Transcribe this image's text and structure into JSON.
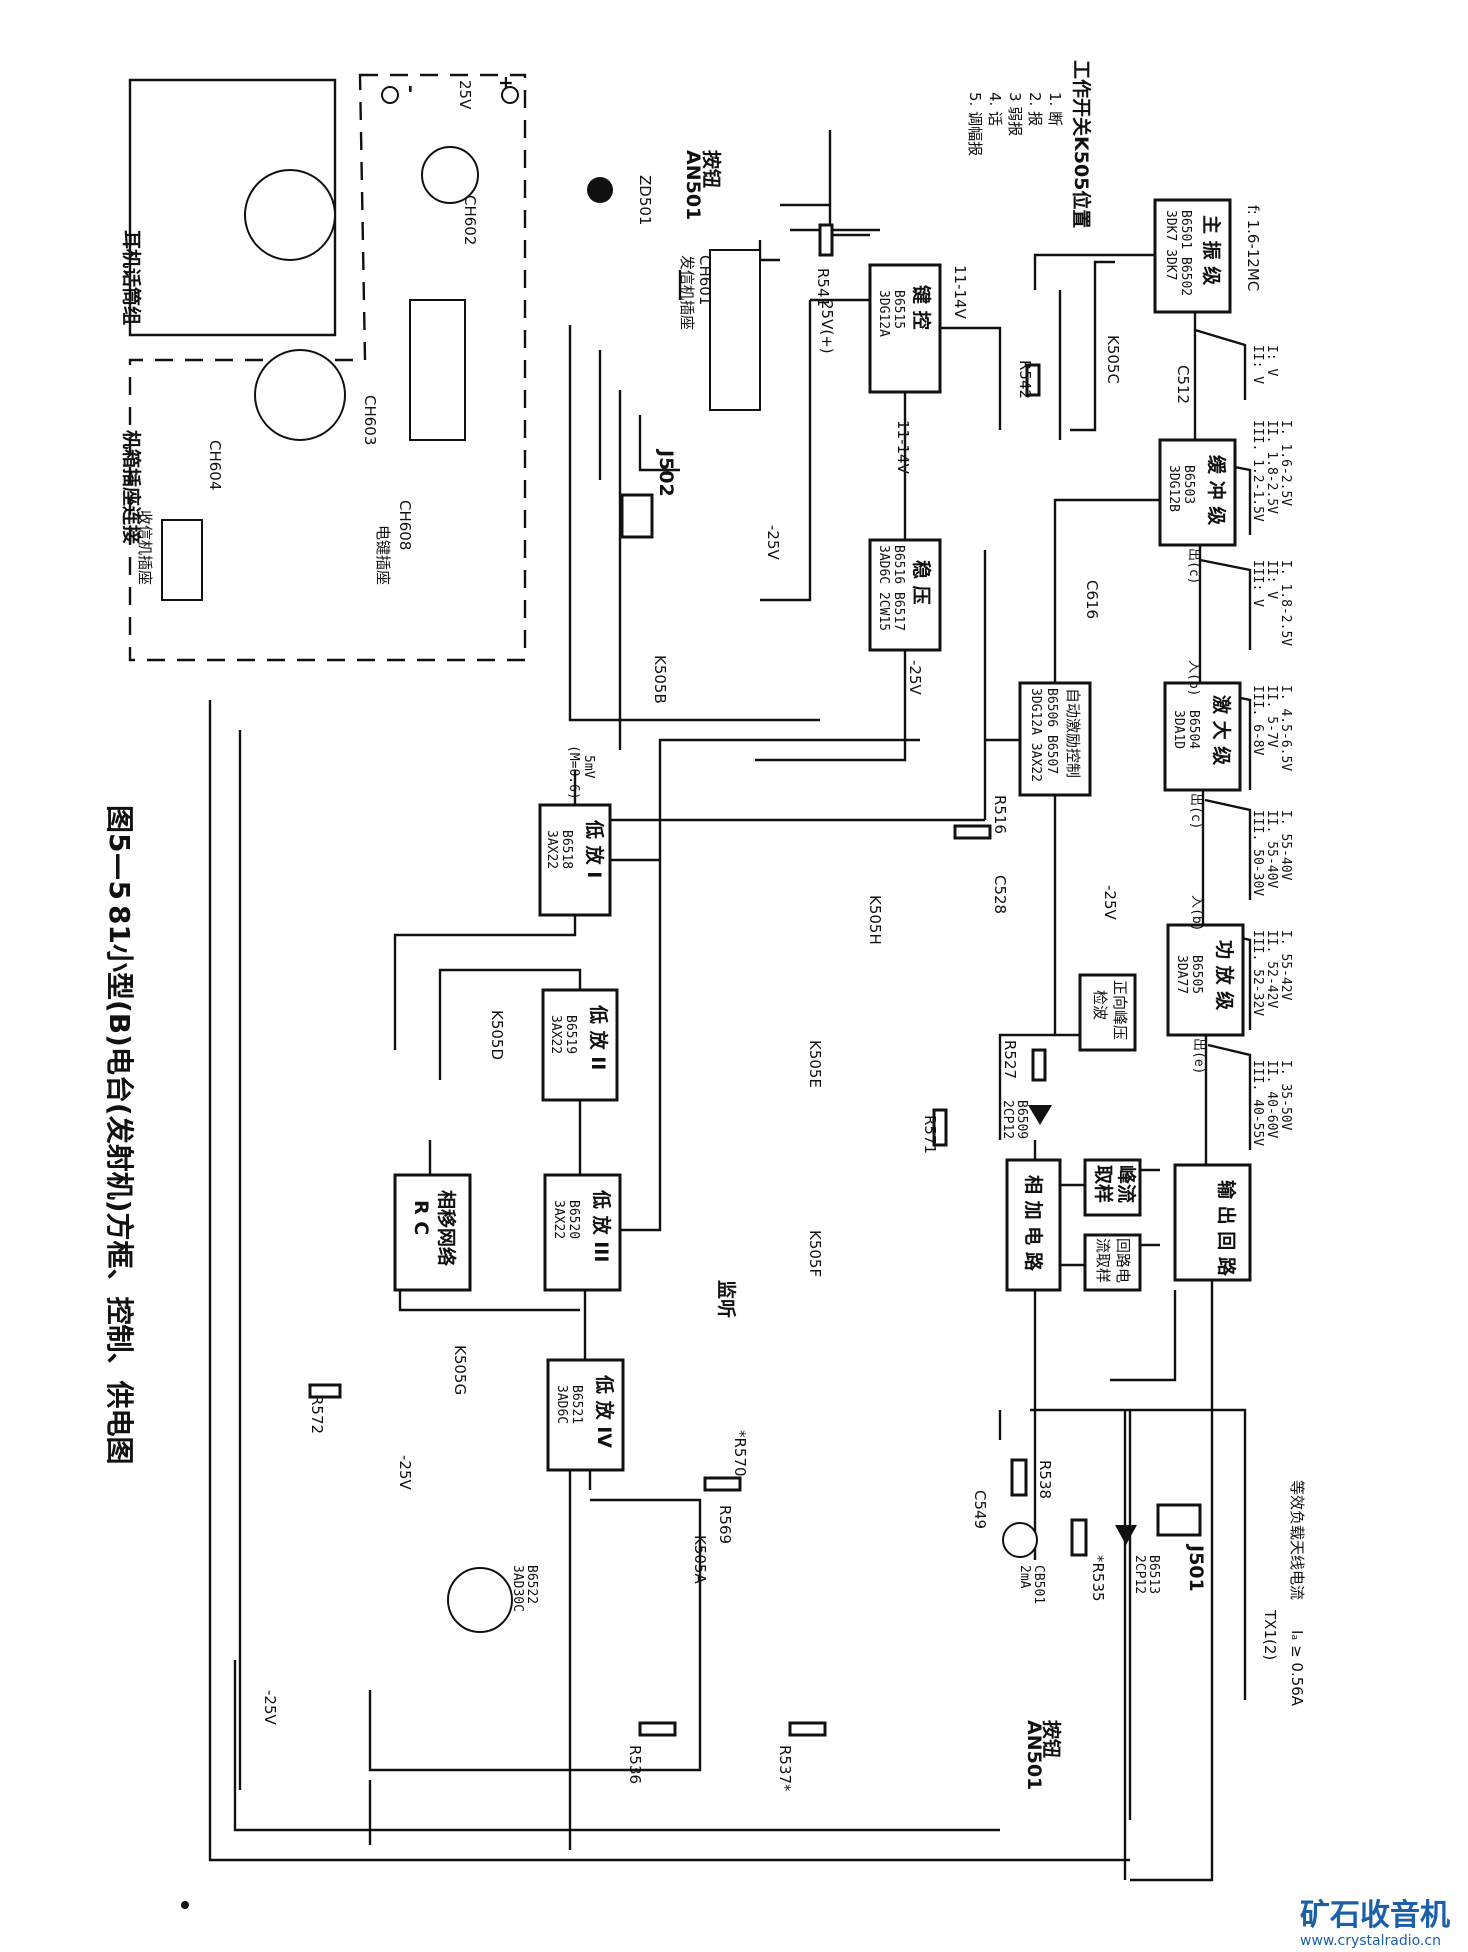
{
  "title": {
    "figure_no": "图5—5",
    "caption": "81小型(B)电台(发射机)方框、控制、供电图"
  },
  "legend": {
    "heading": "工作开关K505位置",
    "items": [
      "1. 断",
      "2. 报",
      "3 弱报",
      "4. 话",
      "5. 调幅报"
    ]
  },
  "blocks": {
    "master_osc": {
      "name": "主 振 级",
      "parts1": "B6501  B6502",
      "parts2": "3DK7   3DK7",
      "freq": "f: 1.6-12MC"
    },
    "buffer": {
      "name": "缓 冲 级",
      "parts1": "B6503",
      "parts2": "3DG12B"
    },
    "driver": {
      "name": "激 大 级",
      "parts1": "B6504",
      "parts2": "3DA1D"
    },
    "power_amp": {
      "name": "功 放 级",
      "parts1": "B6505",
      "parts2": "3DA77"
    },
    "output_circuit": {
      "name": "输 出 回 路"
    },
    "peak_sample": {
      "line1": "峰流",
      "line2": "取样"
    },
    "loop_sample": {
      "line1": "回路电",
      "line2": "流取样"
    },
    "sum_circuit": {
      "name": "相 加 电 路"
    },
    "peak_detect": {
      "line1": "正向峰压",
      "line2": "检波"
    },
    "alc": {
      "name": "自动激励控制",
      "parts1": "B6506  B6507",
      "parts2": "3DG12A  3AX22"
    },
    "keying": {
      "name": "键 控",
      "parts1": "B6515",
      "parts2": "3DG12A"
    },
    "regulator": {
      "name": "稳 压",
      "parts1": "B6516  B6517",
      "parts2": "3AD6C  2CW15"
    },
    "lf1": {
      "name": "低 放 I",
      "parts1": "B6518",
      "parts2": "3AX22"
    },
    "lf2": {
      "name": "低 放 II",
      "parts1": "B6519",
      "parts2": "3AX22"
    },
    "lf3": {
      "name": "低 放 III",
      "parts1": "B6520",
      "parts2": "3AX22"
    },
    "lf4": {
      "name": "低 放 IV",
      "parts1": "B6521",
      "parts2": "3AD6C"
    },
    "phase_net": {
      "line1": "相移网络",
      "line2": "R C"
    }
  },
  "voltages": {
    "mo_out": [
      "I: V",
      "II: V"
    ],
    "buf_in": [
      "I. 1.6-2.5V",
      "II. 1.8-2.5V",
      "III. 1.2-1.5V"
    ],
    "buf_out": [
      "I. 1.8-2.5V",
      "II: V",
      "III: V"
    ],
    "drv_in": [
      "I. 4.5-6.5V",
      "II. 5-7V",
      "III. 6-8V"
    ],
    "drv_out": [
      "I. 55-40V",
      "II. 55-40V",
      "III. 50-30V"
    ],
    "pa_in": [
      "I. 55-42V",
      "II. 52-42V",
      "III. 52-32V"
    ],
    "pa_out": [
      "I. 35-50V",
      "II. 40-60V",
      "III. 40-55V"
    ],
    "pin_c": "出(c)",
    "pin_b": "入(b)",
    "pin_e": "出(e)",
    "pin_b2": "入(b)",
    "pin_c2": "出(c)"
  },
  "labels": {
    "r541": "R541",
    "r542": "R542",
    "k505c": "K505C",
    "c512": "C512",
    "c616": "C616",
    "v11_14a": "11-14V",
    "v11_14b": "11-14V",
    "v25plus": "25V(+)",
    "m25a": "-25V",
    "m25b": "-25V",
    "m25c": "-25V",
    "m25d": "-25V",
    "m25e": "-25V",
    "r516": "R516",
    "c528": "C528",
    "k505h": "K505H",
    "k505e": "K505E",
    "k505b": "K505B",
    "r527": "R527",
    "d509a": "B6509",
    "d509b": "2CP12",
    "r571": "R571",
    "k505f": "K505F",
    "monitor": "监听",
    "k505d": "K505D",
    "k505g": "K505G",
    "r572": "R572",
    "k505a": "K505A",
    "r569": "R569",
    "r570": "*R570",
    "r538": "R538",
    "c549": "C549",
    "cb501a": "CB501",
    "cb501b": "2mA",
    "r535": "*R535",
    "d513a": "B6513",
    "d513b": "2CP12",
    "j501": "J501",
    "j502": "J502",
    "an501a": "按钮",
    "an501b": "AN501",
    "an501c": "按钮",
    "an501d": "AN501",
    "tx": "TX1(2)",
    "ia": "Iₐ ≥ 0.56A",
    "dummy": "等效负载天线电流",
    "r536": "R536",
    "r537": "R537*",
    "q522a": "B6522",
    "q522b": "3AD30C",
    "ch601": "CH601",
    "ch601b": "发信机插座",
    "zd501": "ZD501",
    "mod": "5mV",
    "mod2": "(M=0.6)",
    "headset": "耳机话筒组",
    "ch602": "CH602",
    "ch603": "CH603",
    "ch608": "CH608",
    "keyjack": "电键插座",
    "ch604": "CH604",
    "rxjack": "收信机插座",
    "chassis": "机箱插座连接",
    "v25": "25V",
    "plus": "+",
    "minus": "-"
  },
  "watermark": {
    "brand": "矿石收音机",
    "url": "www.crystalradio.cn"
  }
}
